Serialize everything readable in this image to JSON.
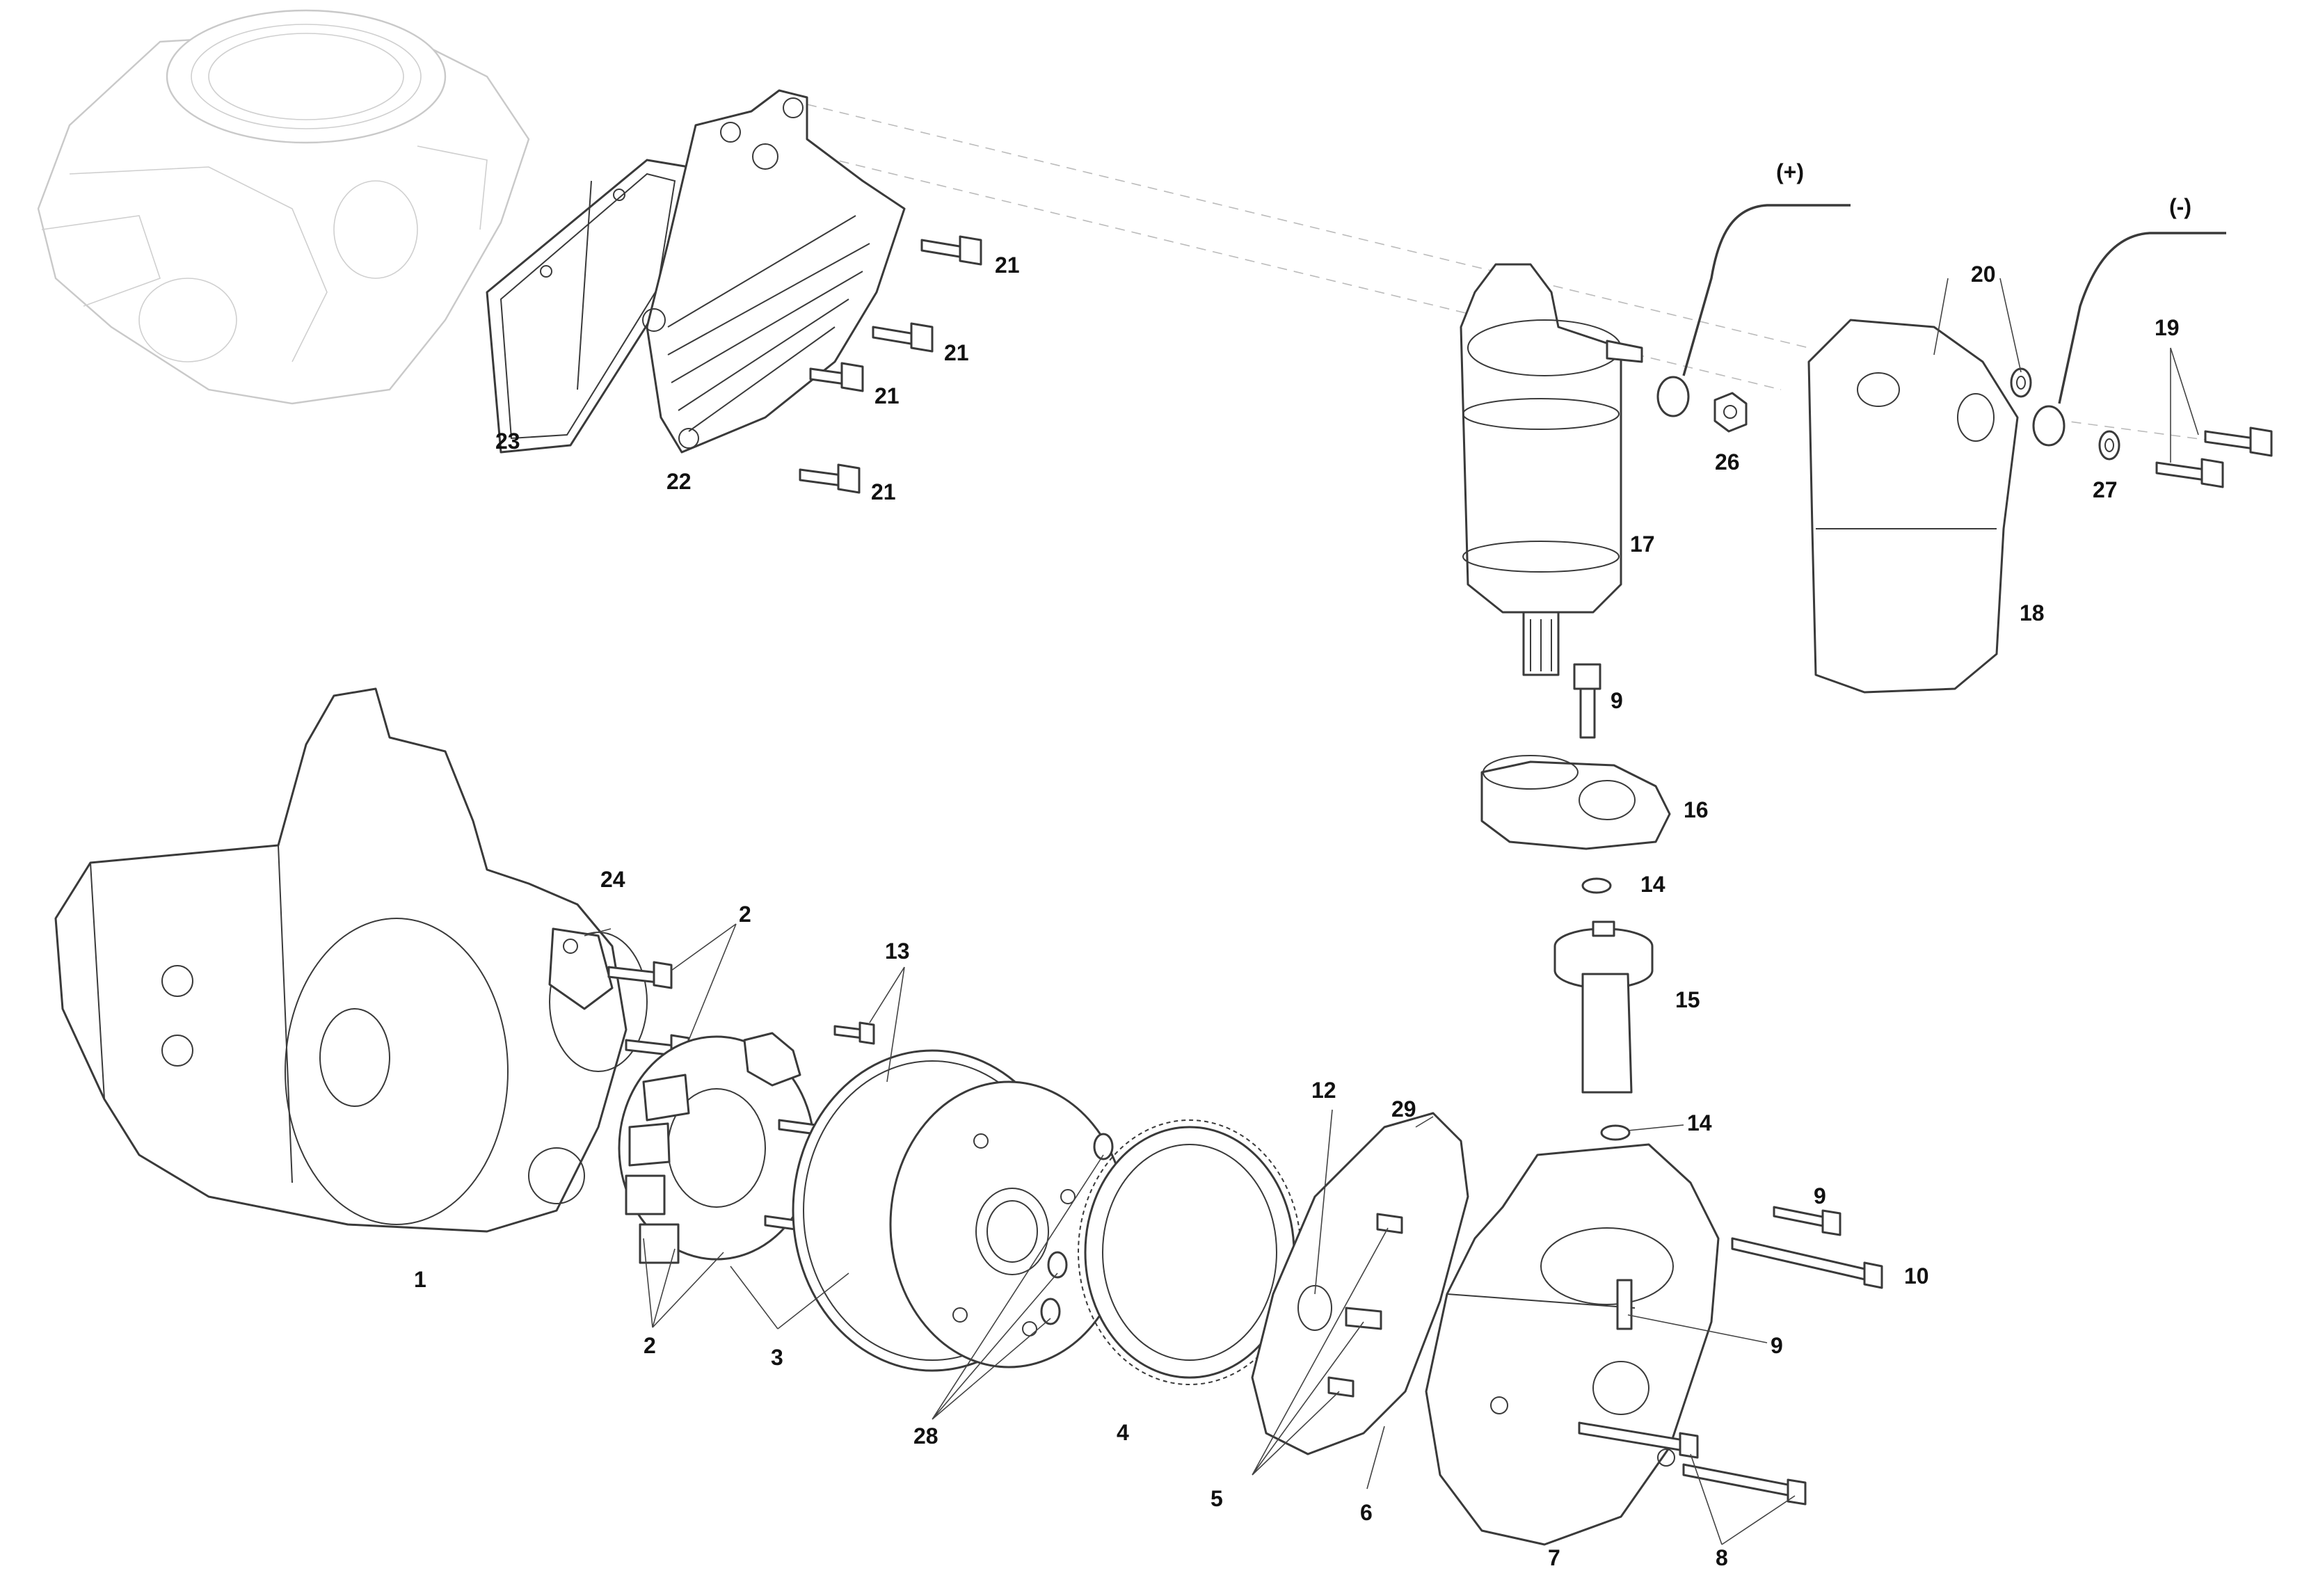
{
  "diagram": {
    "terminals": {
      "positive": "(+)",
      "negative": "(-)"
    },
    "callouts": [
      {
        "id": "c1",
        "label": "1"
      },
      {
        "id": "c2a",
        "label": "2"
      },
      {
        "id": "c2b",
        "label": "2"
      },
      {
        "id": "c3",
        "label": "3"
      },
      {
        "id": "c4",
        "label": "4"
      },
      {
        "id": "c5",
        "label": "5"
      },
      {
        "id": "c6",
        "label": "6"
      },
      {
        "id": "c7",
        "label": "7"
      },
      {
        "id": "c8",
        "label": "8"
      },
      {
        "id": "c9a",
        "label": "9"
      },
      {
        "id": "c9b",
        "label": "9"
      },
      {
        "id": "c9c",
        "label": "9"
      },
      {
        "id": "c10",
        "label": "10"
      },
      {
        "id": "c12",
        "label": "12"
      },
      {
        "id": "c13",
        "label": "13"
      },
      {
        "id": "c14a",
        "label": "14"
      },
      {
        "id": "c14b",
        "label": "14"
      },
      {
        "id": "c15",
        "label": "15"
      },
      {
        "id": "c16",
        "label": "16"
      },
      {
        "id": "c17",
        "label": "17"
      },
      {
        "id": "c18",
        "label": "18"
      },
      {
        "id": "c19",
        "label": "19"
      },
      {
        "id": "c20",
        "label": "20"
      },
      {
        "id": "c21a",
        "label": "21"
      },
      {
        "id": "c21b",
        "label": "21"
      },
      {
        "id": "c21c",
        "label": "21"
      },
      {
        "id": "c21d",
        "label": "21"
      },
      {
        "id": "c22",
        "label": "22"
      },
      {
        "id": "c23",
        "label": "23"
      },
      {
        "id": "c24",
        "label": "24"
      },
      {
        "id": "c26",
        "label": "26"
      },
      {
        "id": "c27",
        "label": "27"
      },
      {
        "id": "c28",
        "label": "28"
      },
      {
        "id": "c29",
        "label": "29"
      }
    ]
  }
}
